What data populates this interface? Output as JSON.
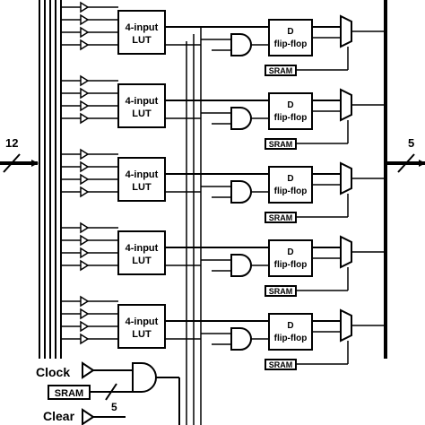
{
  "input_bus": {
    "width_label": "12"
  },
  "output_bus": {
    "width_label": "5"
  },
  "ble": {
    "lut_label_line1": "4-input",
    "lut_label_line2": "LUT",
    "ff_label_line1": "D",
    "ff_label_line2": "flip-flop",
    "sram_label": "SRAM",
    "count": 5
  },
  "control": {
    "clock_label": "Clock",
    "clear_label": "Clear",
    "sram_label": "SRAM",
    "sram_bus_width": "5"
  }
}
